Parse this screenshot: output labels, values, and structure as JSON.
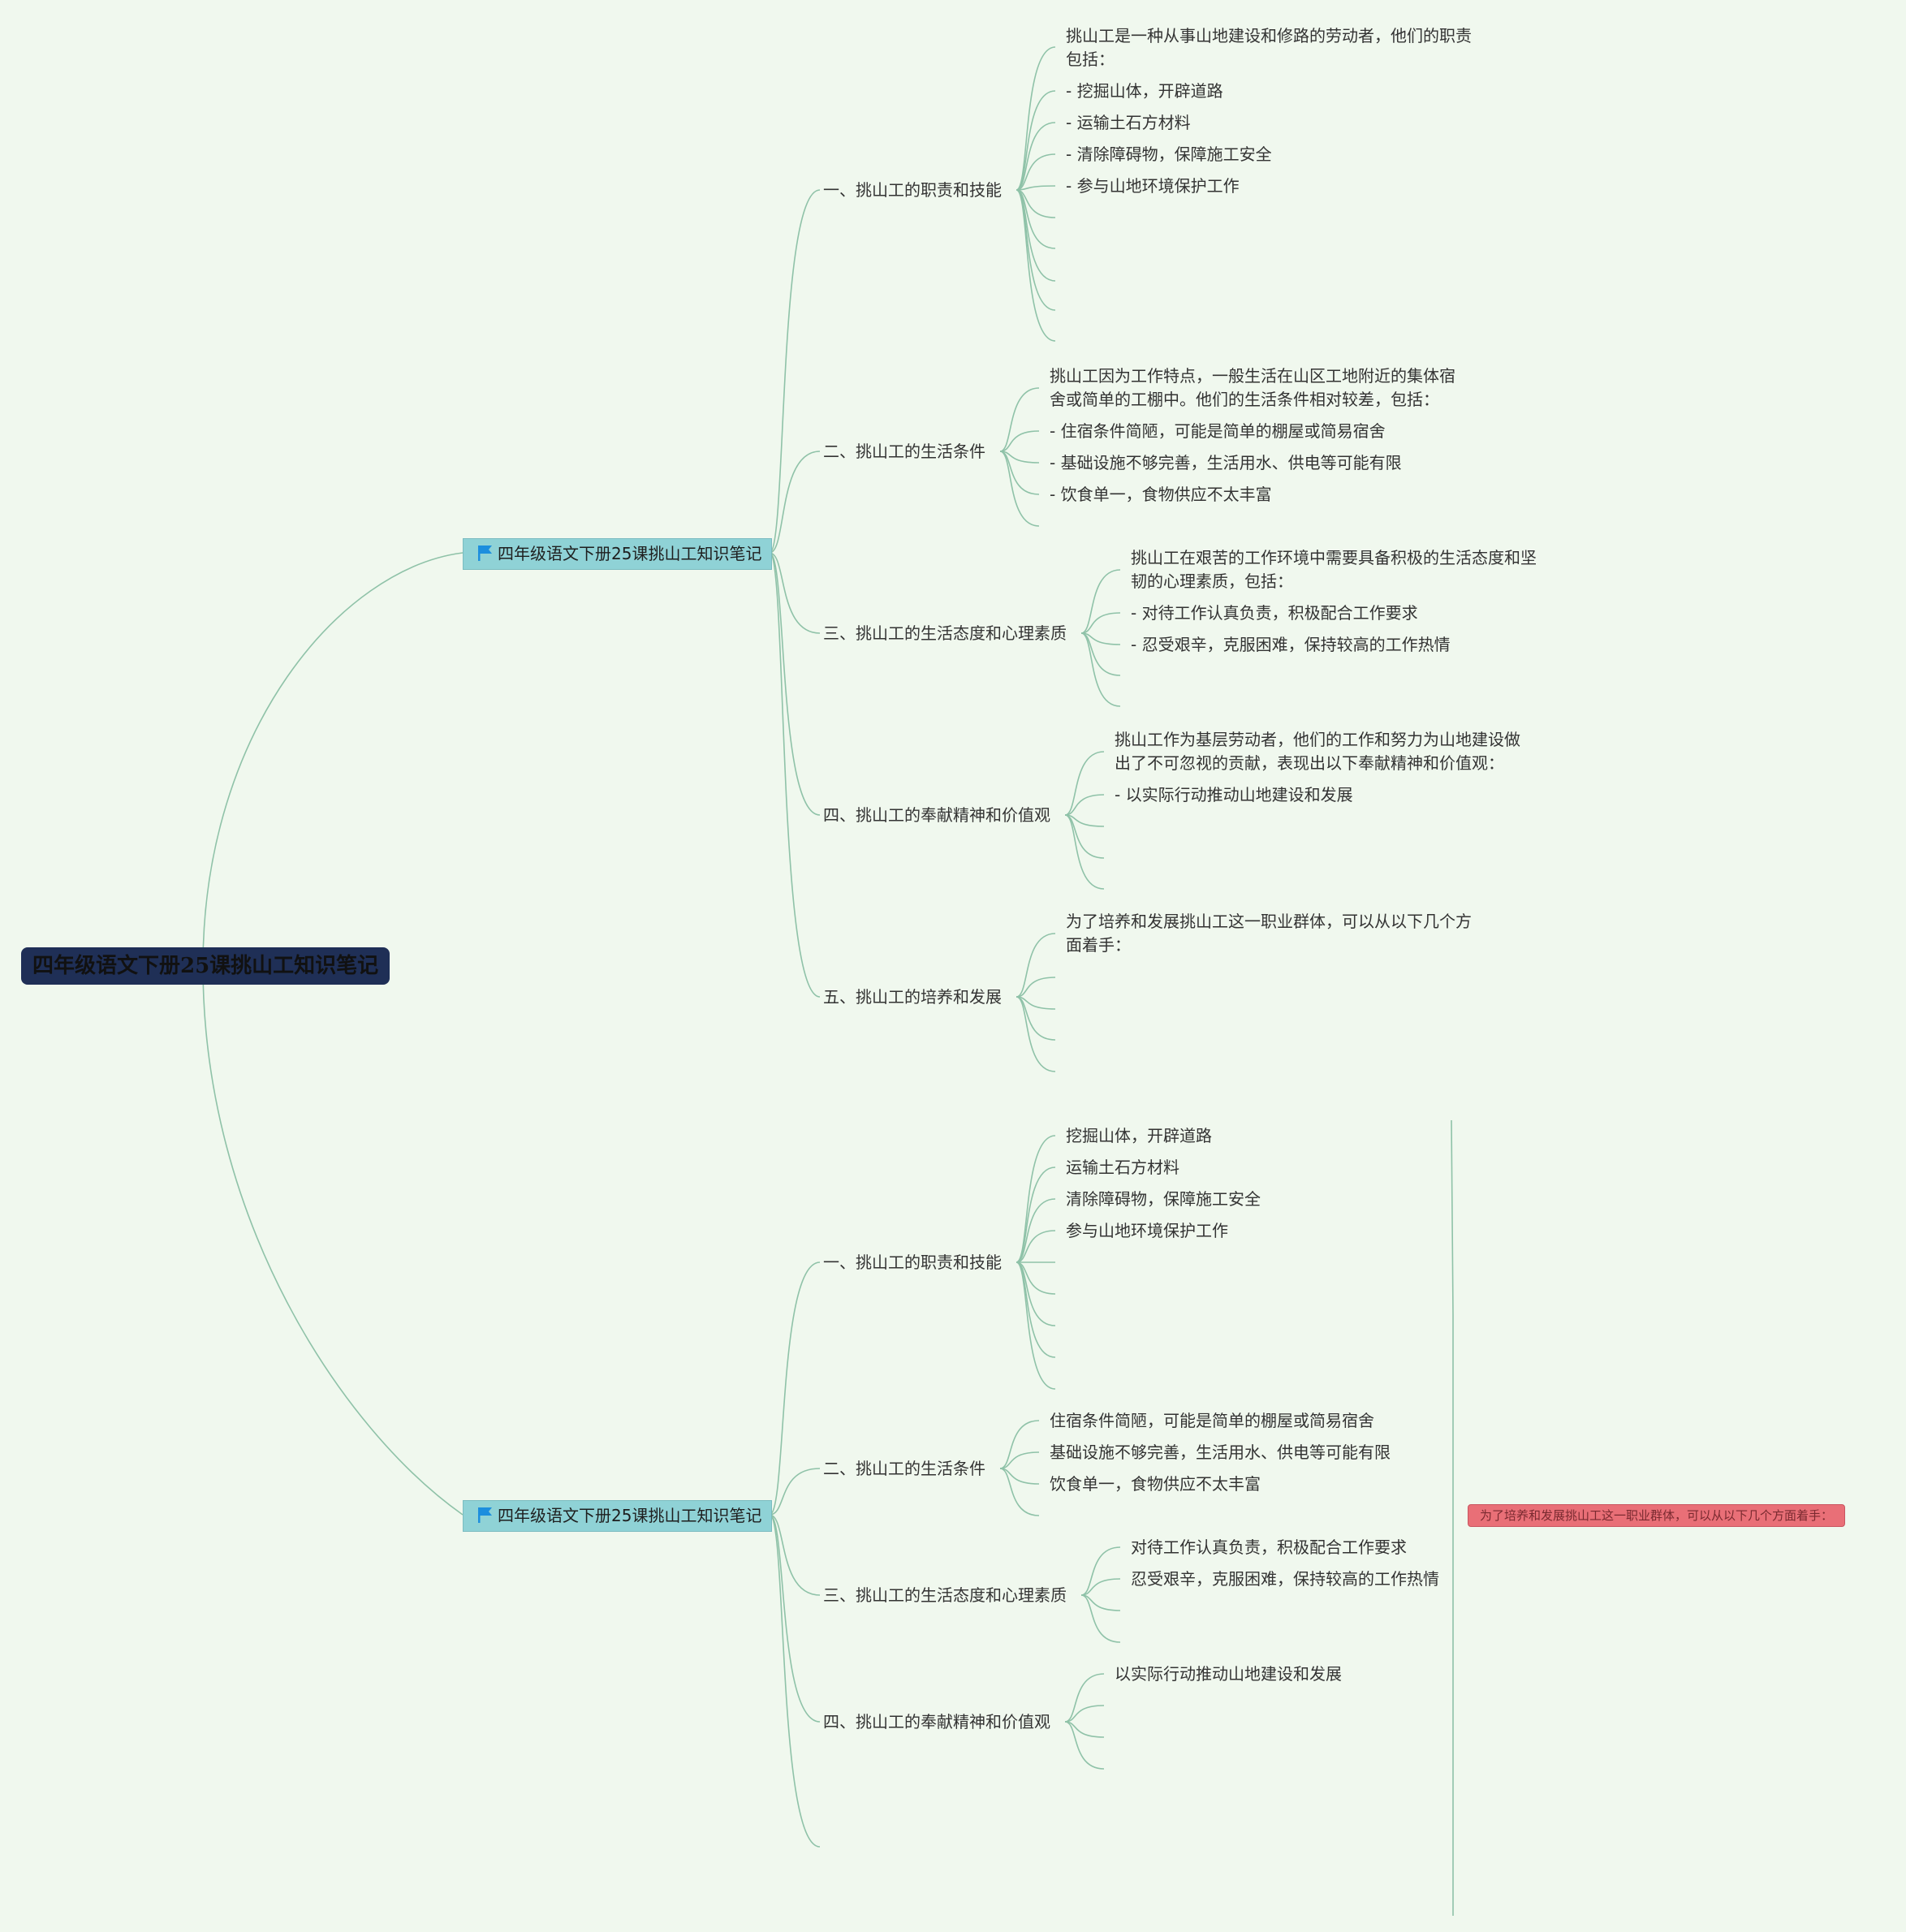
{
  "root": {
    "label": "四年级语文下册25课挑山工知识笔记"
  },
  "branches": [
    {
      "label": "四年级语文下册25课挑山工知识笔记",
      "sections": [
        {
          "title": "一、挑山工的职责和技能",
          "lines": [
            "挑山工是一种从事山地建设和修路的劳动者，他们的职责",
            "包括：",
            "- 挖掘山体，开辟道路",
            "- 运输土石方材料",
            "- 清除障碍物，保障施工安全",
            "- 参与山地环境保护工作"
          ]
        },
        {
          "title": "二、挑山工的生活条件",
          "lines": [
            "挑山工因为工作特点，一般生活在山区工地附近的集体宿",
            "舍或简单的工棚中。他们的生活条件相对较差，包括：",
            "- 住宿条件简陋，可能是简单的棚屋或简易宿舍",
            "- 基础设施不够完善，生活用水、供电等可能有限",
            "- 饮食单一，食物供应不太丰富"
          ]
        },
        {
          "title": "三、挑山工的生活态度和心理素质",
          "lines": [
            "挑山工在艰苦的工作环境中需要具备积极的生活态度和坚",
            "韧的心理素质，包括：",
            "- 对待工作认真负责，积极配合工作要求",
            "- 忍受艰辛，克服困难，保持较高的工作热情"
          ]
        },
        {
          "title": "四、挑山工的奉献精神和价值观",
          "lines": [
            "挑山工作为基层劳动者，他们的工作和努力为山地建设做",
            "出了不可忽视的贡献，表现出以下奉献精神和价值观：",
            "- 以实际行动推动山地建设和发展"
          ]
        },
        {
          "title": "五、挑山工的培养和发展",
          "lines": [
            "为了培养和发展挑山工这一职业群体，可以从以下几个方",
            "面着手："
          ]
        }
      ]
    },
    {
      "label": "四年级语文下册25课挑山工知识笔记",
      "sections": [
        {
          "title": "一、挑山工的职责和技能",
          "lines": [
            "挖掘山体，开辟道路",
            "运输土石方材料",
            "清除障碍物，保障施工安全",
            "参与山地环境保护工作"
          ]
        },
        {
          "title": "二、挑山工的生活条件",
          "lines": [
            "住宿条件简陋，可能是简单的棚屋或简易宿舍",
            "基础设施不够完善，生活用水、供电等可能有限",
            "饮食单一，食物供应不太丰富"
          ]
        },
        {
          "title": "三、挑山工的生活态度和心理素质",
          "lines": [
            "对待工作认真负责，积极配合工作要求",
            "忍受艰辛，克服困难，保持较高的工作热情"
          ]
        },
        {
          "title": "四、挑山工的奉献精神和价值观",
          "lines": [
            "以实际行动推动山地建设和发展"
          ]
        }
      ]
    }
  ],
  "note": {
    "label": "为了培养和发展挑山工这一职业群体，可以从以下几个方面着手："
  },
  "colors": {
    "line": "#8fc2a8",
    "root_bg": "#1f2f56",
    "branch_bg": "#8fd2d6",
    "note_bg": "#e96f77",
    "flag": "#1c8ede"
  },
  "icons": {
    "branch_marker": "flag-icon"
  }
}
